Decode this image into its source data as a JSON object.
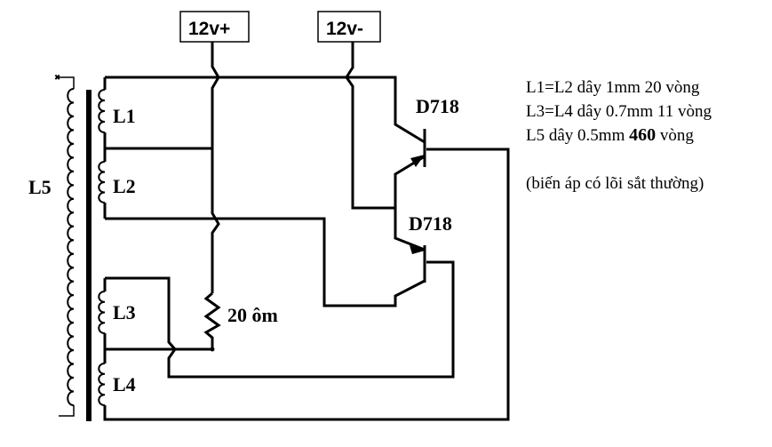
{
  "diagram": {
    "type": "circuit-schematic",
    "title": "Inverter 12V push-pull transformer circuit",
    "power_terminals": {
      "positive": "12v+",
      "negative": "12v-"
    },
    "transformer": {
      "primary_labels": [
        "L1",
        "L2"
      ],
      "feedback_labels": [
        "L3",
        "L4"
      ],
      "secondary_label": "L5",
      "core": "iron-core"
    },
    "transistors": [
      {
        "id": "Q1",
        "label": "D718",
        "type": "NPN"
      },
      {
        "id": "Q2",
        "label": "D718",
        "type": "NPN"
      }
    ],
    "resistor": {
      "label": "20 ôm"
    },
    "notes": {
      "line1": "L1=L2 dây 1mm 20 vòng",
      "line2": "L3=L4 dây 0.7mm 11 vòng",
      "line3_prefix": "L5 dây 0.5mm",
      "line3_turns": "460",
      "line3_suffix": "vòng",
      "line4": "(biến áp có lõi sắt thường)"
    }
  }
}
